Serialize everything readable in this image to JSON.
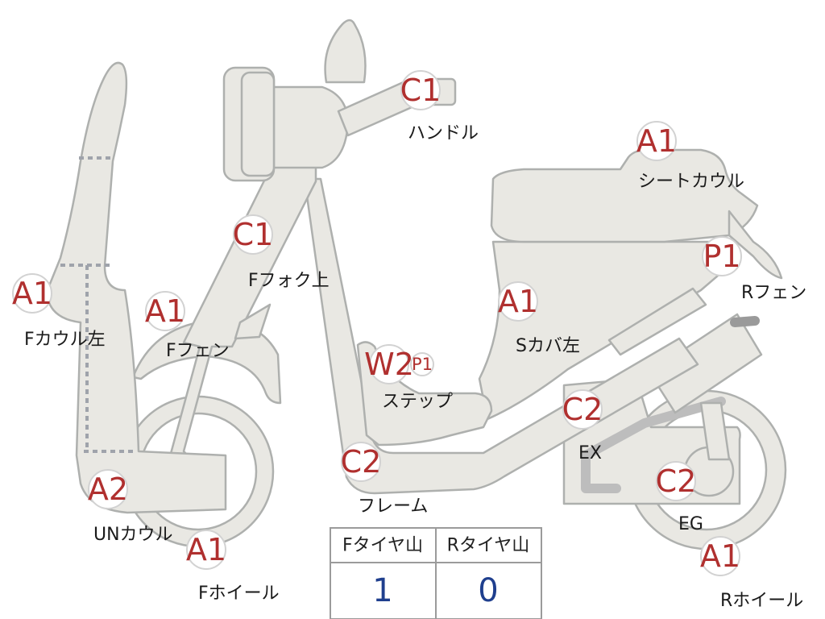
{
  "parts": {
    "handle": {
      "code": "C1",
      "name": "ハンドル"
    },
    "f_fork_upper": {
      "code": "C1",
      "name": "Fフォク上"
    },
    "f_cowl_left": {
      "code": "A1",
      "name": "Fカウル左"
    },
    "f_fender": {
      "code": "A1",
      "name": "Fフェン"
    },
    "un_cowl": {
      "code": "A2",
      "name": "UNカウル"
    },
    "f_wheel": {
      "code": "A1",
      "name": "Fホイール"
    },
    "step": {
      "code": "W2",
      "sub_code": "P1",
      "name": "ステップ"
    },
    "frame": {
      "code": "C2",
      "name": "フレーム"
    },
    "seat_cowl": {
      "code": "A1",
      "name": "シートカウル"
    },
    "r_fender": {
      "code": "P1",
      "name": "Rフェン"
    },
    "s_cover_left": {
      "code": "A1",
      "name": "Sカバ左"
    },
    "exhaust": {
      "code": "C2",
      "name": "EX"
    },
    "engine": {
      "code": "C2",
      "name": "EG"
    },
    "r_wheel": {
      "code": "A1",
      "name": "Rホイール"
    }
  },
  "tread_table": {
    "headers": [
      "Fタイヤ山",
      "Rタイヤ山"
    ],
    "values": [
      "1",
      "0"
    ]
  },
  "colors": {
    "part_fill": "#e9e8e3",
    "part_stroke": "#aeb0ae",
    "code_text": "#b0302f",
    "value_text": "#1f3f8e"
  }
}
